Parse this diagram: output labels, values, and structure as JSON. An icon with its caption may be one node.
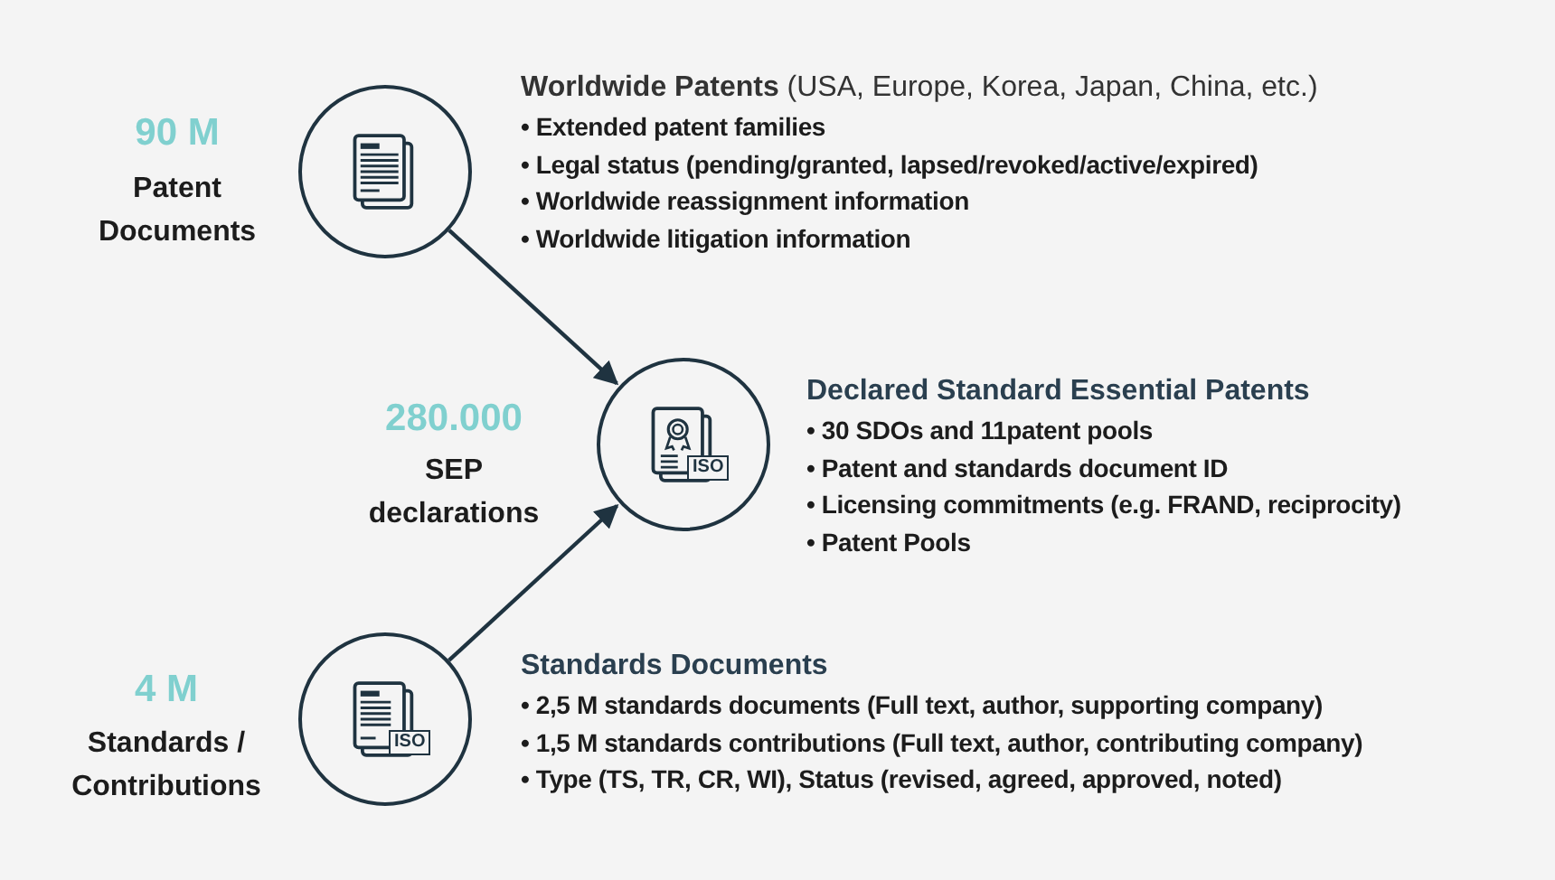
{
  "diagram": {
    "nodes": [
      {
        "text": [],
        "shape": "circle",
        "beside": [
          "90 M",
          "Patent Documents",
          "**Worldwide Patents** (USA, Europe, Korea, Japan, China, etc.)",
          "• Extended patent families",
          "• Legal status (pending/granted, lapsed/revoked/active/expired)",
          "• Worldwide reassignment information",
          "• Worldwide litigation information"
        ]
      },
      {
        "text": [],
        "shape": "circle",
        "beside": [
          "280.000",
          "SEP declarations",
          "Declared Standard Essential Patents",
          "• 30 SDOs and 11patent pools",
          "• Patent and standards document ID",
          "• Licensing commitments (e.g. FRAND, reciprocity)",
          "• Patent Pools"
        ]
      },
      {
        "text": [],
        "shape": "circle",
        "beside": [
          "4 M",
          "Standards / Contributions",
          "Standards Documents",
          "• 2,5 M standards documents (Full text, author, supporting company)",
          "• 1,5 M standards contributions (Full text, author, contributing company)",
          "• Type (TS, TR, CR, WI), Status (revised, agreed, approved, noted)"
        ]
      }
    ],
    "edges": [
      {
        "from": 0,
        "to": 1,
        "arrow": "to"
      },
      {
        "from": 2,
        "to": 1,
        "arrow": "to"
      }
    ],
    "labels": [
      "ISO",
      "ISO"
    ]
  }
}
